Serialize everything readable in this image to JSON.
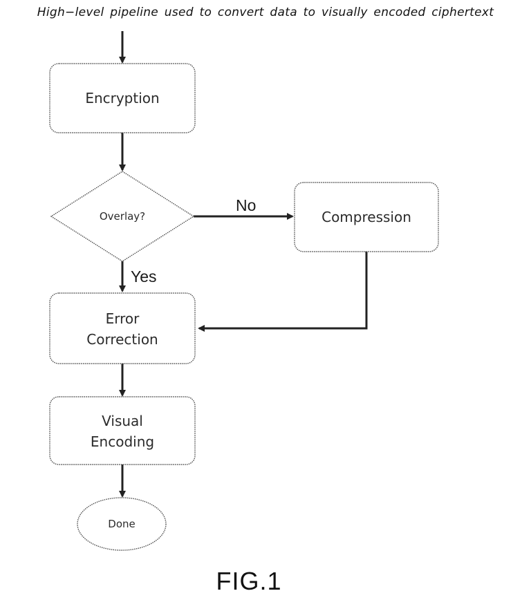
{
  "diagram": {
    "title": "High−level pipeline used to convert data to visually encoded ciphertext",
    "figure_label": "FIG.1",
    "nodes": {
      "encryption": {
        "label": "Encryption"
      },
      "overlay": {
        "label": "Overlay?"
      },
      "compression": {
        "label": "Compression"
      },
      "error_correction": {
        "line1": "Error",
        "line2": "Correction"
      },
      "visual_encoding": {
        "line1": "Visual",
        "line2": "Encoding"
      },
      "done": {
        "label": "Done"
      }
    },
    "edges": {
      "overlay_no": "No",
      "overlay_yes": "Yes"
    }
  }
}
